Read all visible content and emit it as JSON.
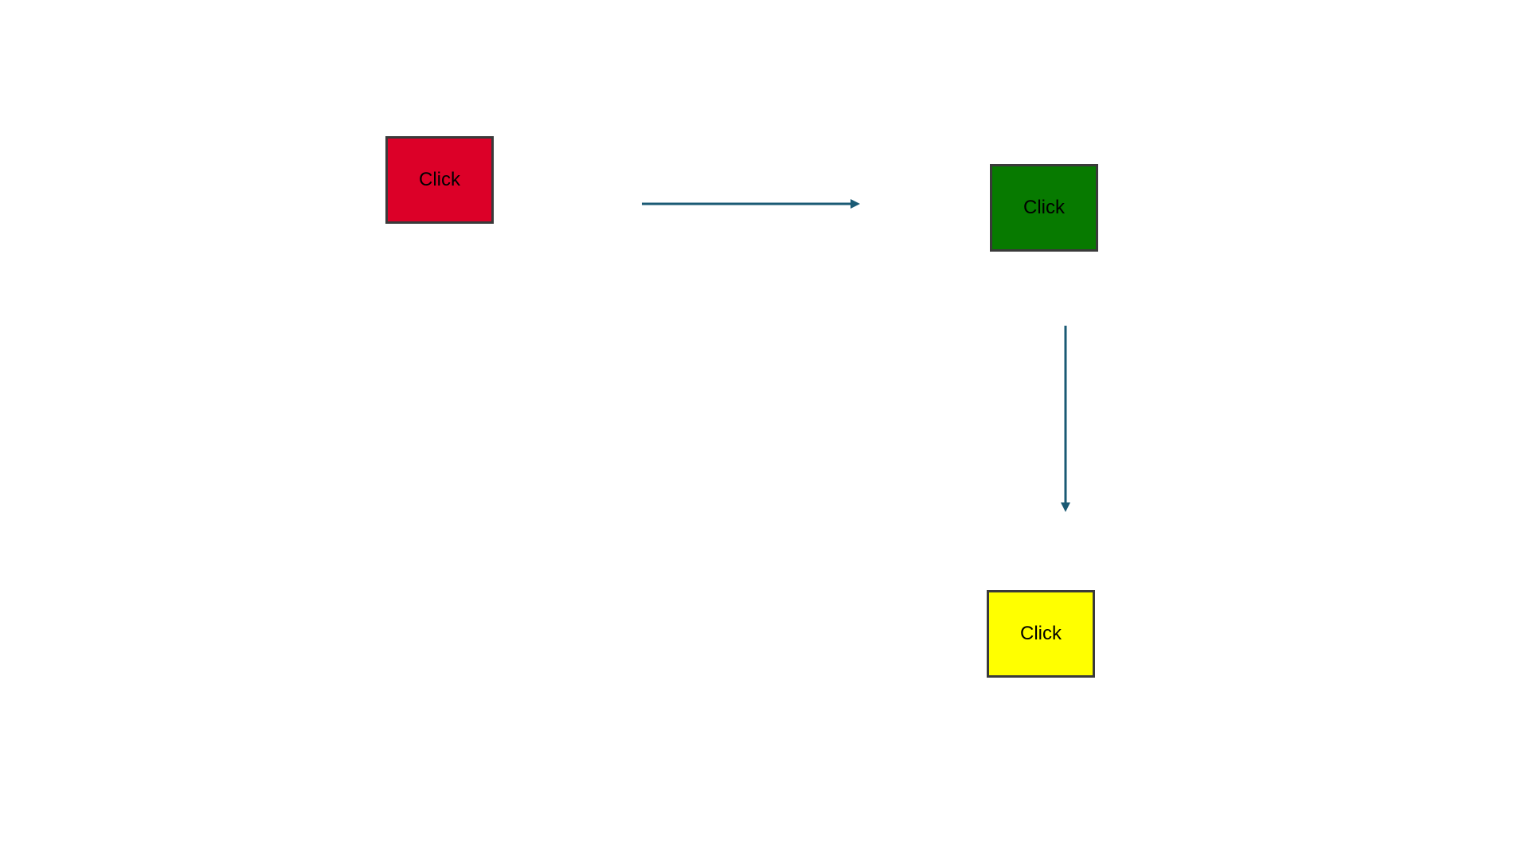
{
  "buttons": [
    {
      "id": "red",
      "label": "Click",
      "color": "#dc0028"
    },
    {
      "id": "green",
      "label": "Click",
      "color": "#077a00"
    },
    {
      "id": "yellow",
      "label": "Click",
      "color": "#ffff00"
    }
  ],
  "connectors": {
    "color": "#1a5a74",
    "arrows": [
      {
        "from": "red",
        "to": "green",
        "direction": "right"
      },
      {
        "from": "green",
        "to": "yellow",
        "direction": "down"
      }
    ]
  }
}
